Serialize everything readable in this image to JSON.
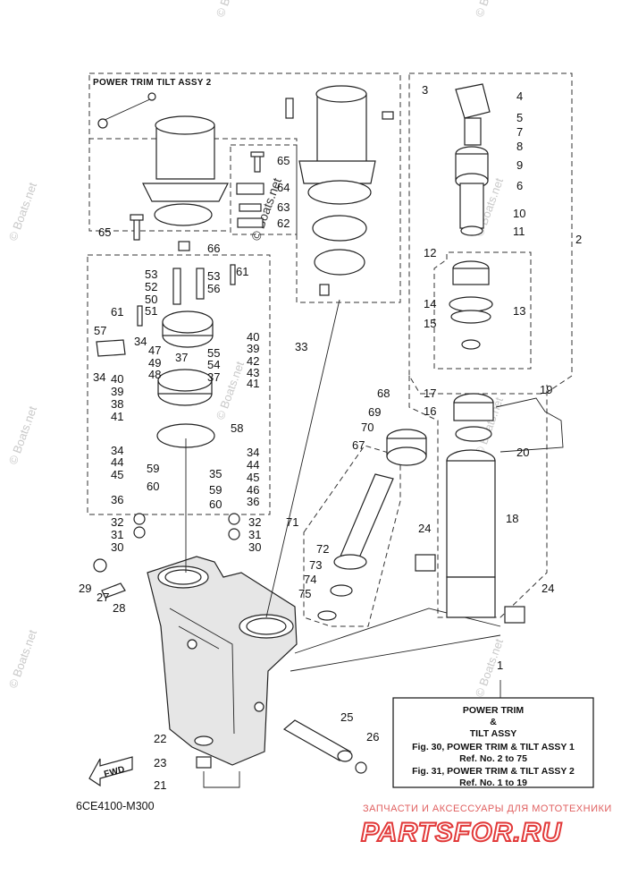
{
  "section_header": "POWER TRIM TILT ASSY 2",
  "fwd_label": "FWD",
  "drawing_code": "6CE4100-M300",
  "reference_box": {
    "title_line1": "POWER TRIM",
    "title_line2": "&",
    "title_line3": "TILT ASSY",
    "fig1": "Fig. 30, POWER TRIM & TILT ASSY 1",
    "fig1_ref": "Ref. No. 2 to 75",
    "fig2": "Fig. 31, POWER TRIM & TILT ASSY 2",
    "fig2_ref": "Ref. No. 1 to 19"
  },
  "watermark": "© Boats.net",
  "brand": {
    "subtitle": "ЗАПЧАСТИ И АКСЕССУАРЫ ДЛЯ МОТОТЕХНИКИ",
    "name": "PARTSFOR.RU"
  },
  "callouts": [
    {
      "id": "c1",
      "text": "1"
    },
    {
      "id": "c2",
      "text": "2"
    },
    {
      "id": "c3",
      "text": "3"
    },
    {
      "id": "c4",
      "text": "4"
    },
    {
      "id": "c5",
      "text": "5"
    },
    {
      "id": "c7",
      "text": "7"
    },
    {
      "id": "c8",
      "text": "8"
    },
    {
      "id": "c9",
      "text": "9"
    },
    {
      "id": "c6",
      "text": "6"
    },
    {
      "id": "c10",
      "text": "10"
    },
    {
      "id": "c11",
      "text": "11"
    },
    {
      "id": "c12",
      "text": "12"
    },
    {
      "id": "c13",
      "text": "13"
    },
    {
      "id": "c14",
      "text": "14"
    },
    {
      "id": "c15",
      "text": "15"
    },
    {
      "id": "c16",
      "text": "16"
    },
    {
      "id": "c17",
      "text": "17"
    },
    {
      "id": "c18",
      "text": "18"
    },
    {
      "id": "c19",
      "text": "19"
    },
    {
      "id": "c20",
      "text": "20"
    },
    {
      "id": "c21",
      "text": "21"
    },
    {
      "id": "c22",
      "text": "22"
    },
    {
      "id": "c23",
      "text": "23"
    },
    {
      "id": "c24a",
      "text": "24"
    },
    {
      "id": "c24b",
      "text": "24"
    },
    {
      "id": "c25",
      "text": "25"
    },
    {
      "id": "c26",
      "text": "26"
    },
    {
      "id": "c27",
      "text": "27"
    },
    {
      "id": "c28",
      "text": "28"
    },
    {
      "id": "c29",
      "text": "29"
    },
    {
      "id": "c30a",
      "text": "30"
    },
    {
      "id": "c30b",
      "text": "30"
    },
    {
      "id": "c31a",
      "text": "31"
    },
    {
      "id": "c31b",
      "text": "31"
    },
    {
      "id": "c32a",
      "text": "32"
    },
    {
      "id": "c32b",
      "text": "32"
    },
    {
      "id": "c33",
      "text": "33"
    },
    {
      "id": "c34a",
      "text": "34"
    },
    {
      "id": "c34b",
      "text": "34"
    },
    {
      "id": "c34c",
      "text": "34"
    },
    {
      "id": "c34d",
      "text": "34"
    },
    {
      "id": "c35",
      "text": "35"
    },
    {
      "id": "c36a",
      "text": "36"
    },
    {
      "id": "c36b",
      "text": "36"
    },
    {
      "id": "c37a",
      "text": "37"
    },
    {
      "id": "c37b",
      "text": "37"
    },
    {
      "id": "c38",
      "text": "38"
    },
    {
      "id": "c39a",
      "text": "39"
    },
    {
      "id": "c39b",
      "text": "39"
    },
    {
      "id": "c40a",
      "text": "40"
    },
    {
      "id": "c40b",
      "text": "40"
    },
    {
      "id": "c41a",
      "text": "41"
    },
    {
      "id": "c41b",
      "text": "41"
    },
    {
      "id": "c42",
      "text": "42"
    },
    {
      "id": "c43",
      "text": "43"
    },
    {
      "id": "c44a",
      "text": "44"
    },
    {
      "id": "c44b",
      "text": "44"
    },
    {
      "id": "c45a",
      "text": "45"
    },
    {
      "id": "c45b",
      "text": "45"
    },
    {
      "id": "c46",
      "text": "46"
    },
    {
      "id": "c47",
      "text": "47"
    },
    {
      "id": "c48",
      "text": "48"
    },
    {
      "id": "c49",
      "text": "49"
    },
    {
      "id": "c50",
      "text": "50"
    },
    {
      "id": "c51",
      "text": "51"
    },
    {
      "id": "c52",
      "text": "52"
    },
    {
      "id": "c53a",
      "text": "53"
    },
    {
      "id": "c53b",
      "text": "53"
    },
    {
      "id": "c54",
      "text": "54"
    },
    {
      "id": "c55",
      "text": "55"
    },
    {
      "id": "c56",
      "text": "56"
    },
    {
      "id": "c57",
      "text": "57"
    },
    {
      "id": "c58",
      "text": "58"
    },
    {
      "id": "c59a",
      "text": "59"
    },
    {
      "id": "c59b",
      "text": "59"
    },
    {
      "id": "c60a",
      "text": "60"
    },
    {
      "id": "c60b",
      "text": "60"
    },
    {
      "id": "c61a",
      "text": "61"
    },
    {
      "id": "c61b",
      "text": "61"
    },
    {
      "id": "c62",
      "text": "62"
    },
    {
      "id": "c63",
      "text": "63"
    },
    {
      "id": "c64",
      "text": "64"
    },
    {
      "id": "c65a",
      "text": "65"
    },
    {
      "id": "c65b",
      "text": "65"
    },
    {
      "id": "c66",
      "text": "66"
    },
    {
      "id": "c67",
      "text": "67"
    },
    {
      "id": "c68",
      "text": "68"
    },
    {
      "id": "c69",
      "text": "69"
    },
    {
      "id": "c70",
      "text": "70"
    },
    {
      "id": "c71",
      "text": "71"
    },
    {
      "id": "c72",
      "text": "72"
    },
    {
      "id": "c73",
      "text": "73"
    },
    {
      "id": "c74",
      "text": "74"
    },
    {
      "id": "c75",
      "text": "75"
    }
  ]
}
